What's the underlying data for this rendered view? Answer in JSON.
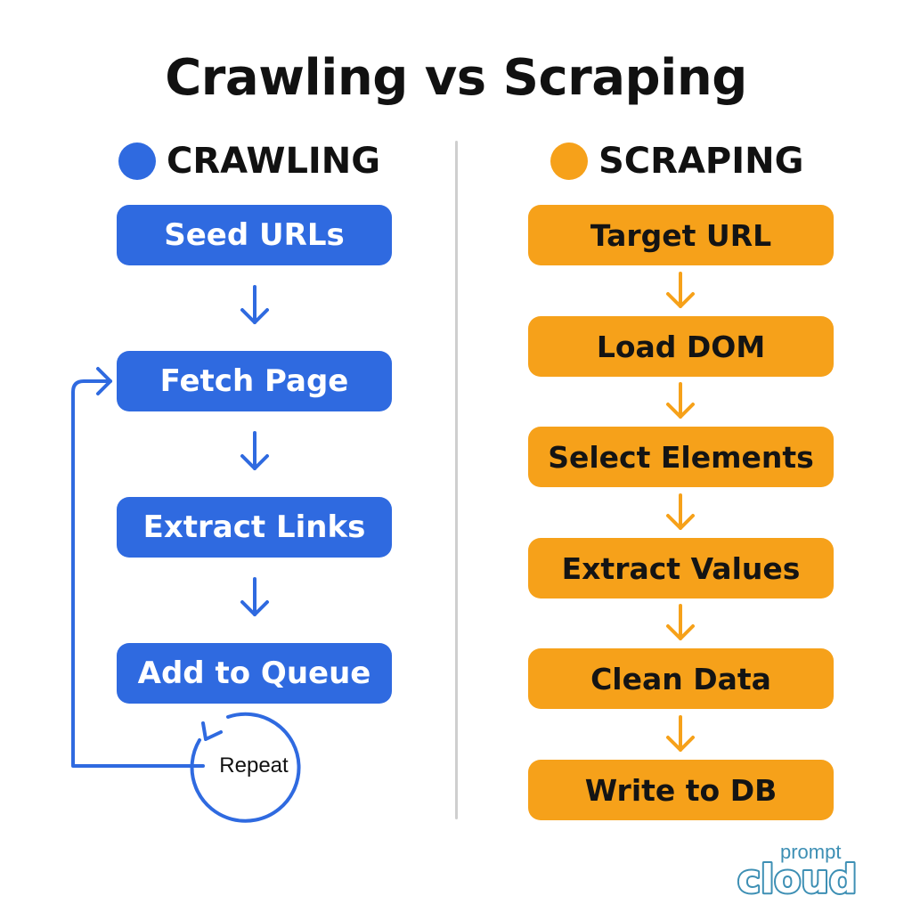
{
  "title": "Crawling vs Scraping",
  "colors": {
    "crawling": "#2f6ae0",
    "scraping": "#f6a11a",
    "logo": "#3d8fb4"
  },
  "crawling": {
    "heading": "CRAWLING",
    "steps": [
      "Seed URLs",
      "Fetch Page",
      "Extract Links",
      "Add to Queue"
    ],
    "loop_label": "Repeat"
  },
  "scraping": {
    "heading": "SCRAPING",
    "steps": [
      "Target URL",
      "Load DOM",
      "Select Elements",
      "Extract Values",
      "Clean Data",
      "Write to DB"
    ]
  },
  "logo": {
    "top_text": "prompt",
    "bottom_text": "cloud"
  }
}
